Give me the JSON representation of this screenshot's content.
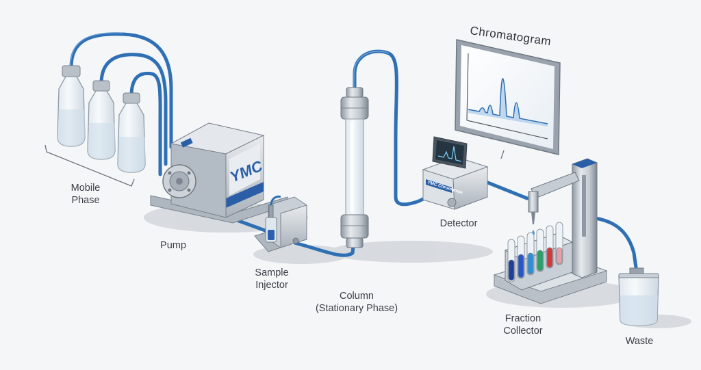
{
  "labels": {
    "mobile_phase": "Mobile\nPhase",
    "pump": "Pump",
    "sample_injector": "Sample\nInjector",
    "column": "Column\n(Stationary Phase)",
    "detector": "Detector",
    "chromatogram": "Chromatogram",
    "fraction_collector": "Fraction\nCollector",
    "waste": "Waste"
  },
  "brand": {
    "pump_logo": "YMC",
    "detector_logo": "YMC Chromatron"
  },
  "colors": {
    "tubing": "#2f6fb3",
    "metal": "#b9c0c8",
    "accent_blue": "#2a5fa8",
    "background": "#f4f6f8"
  }
}
